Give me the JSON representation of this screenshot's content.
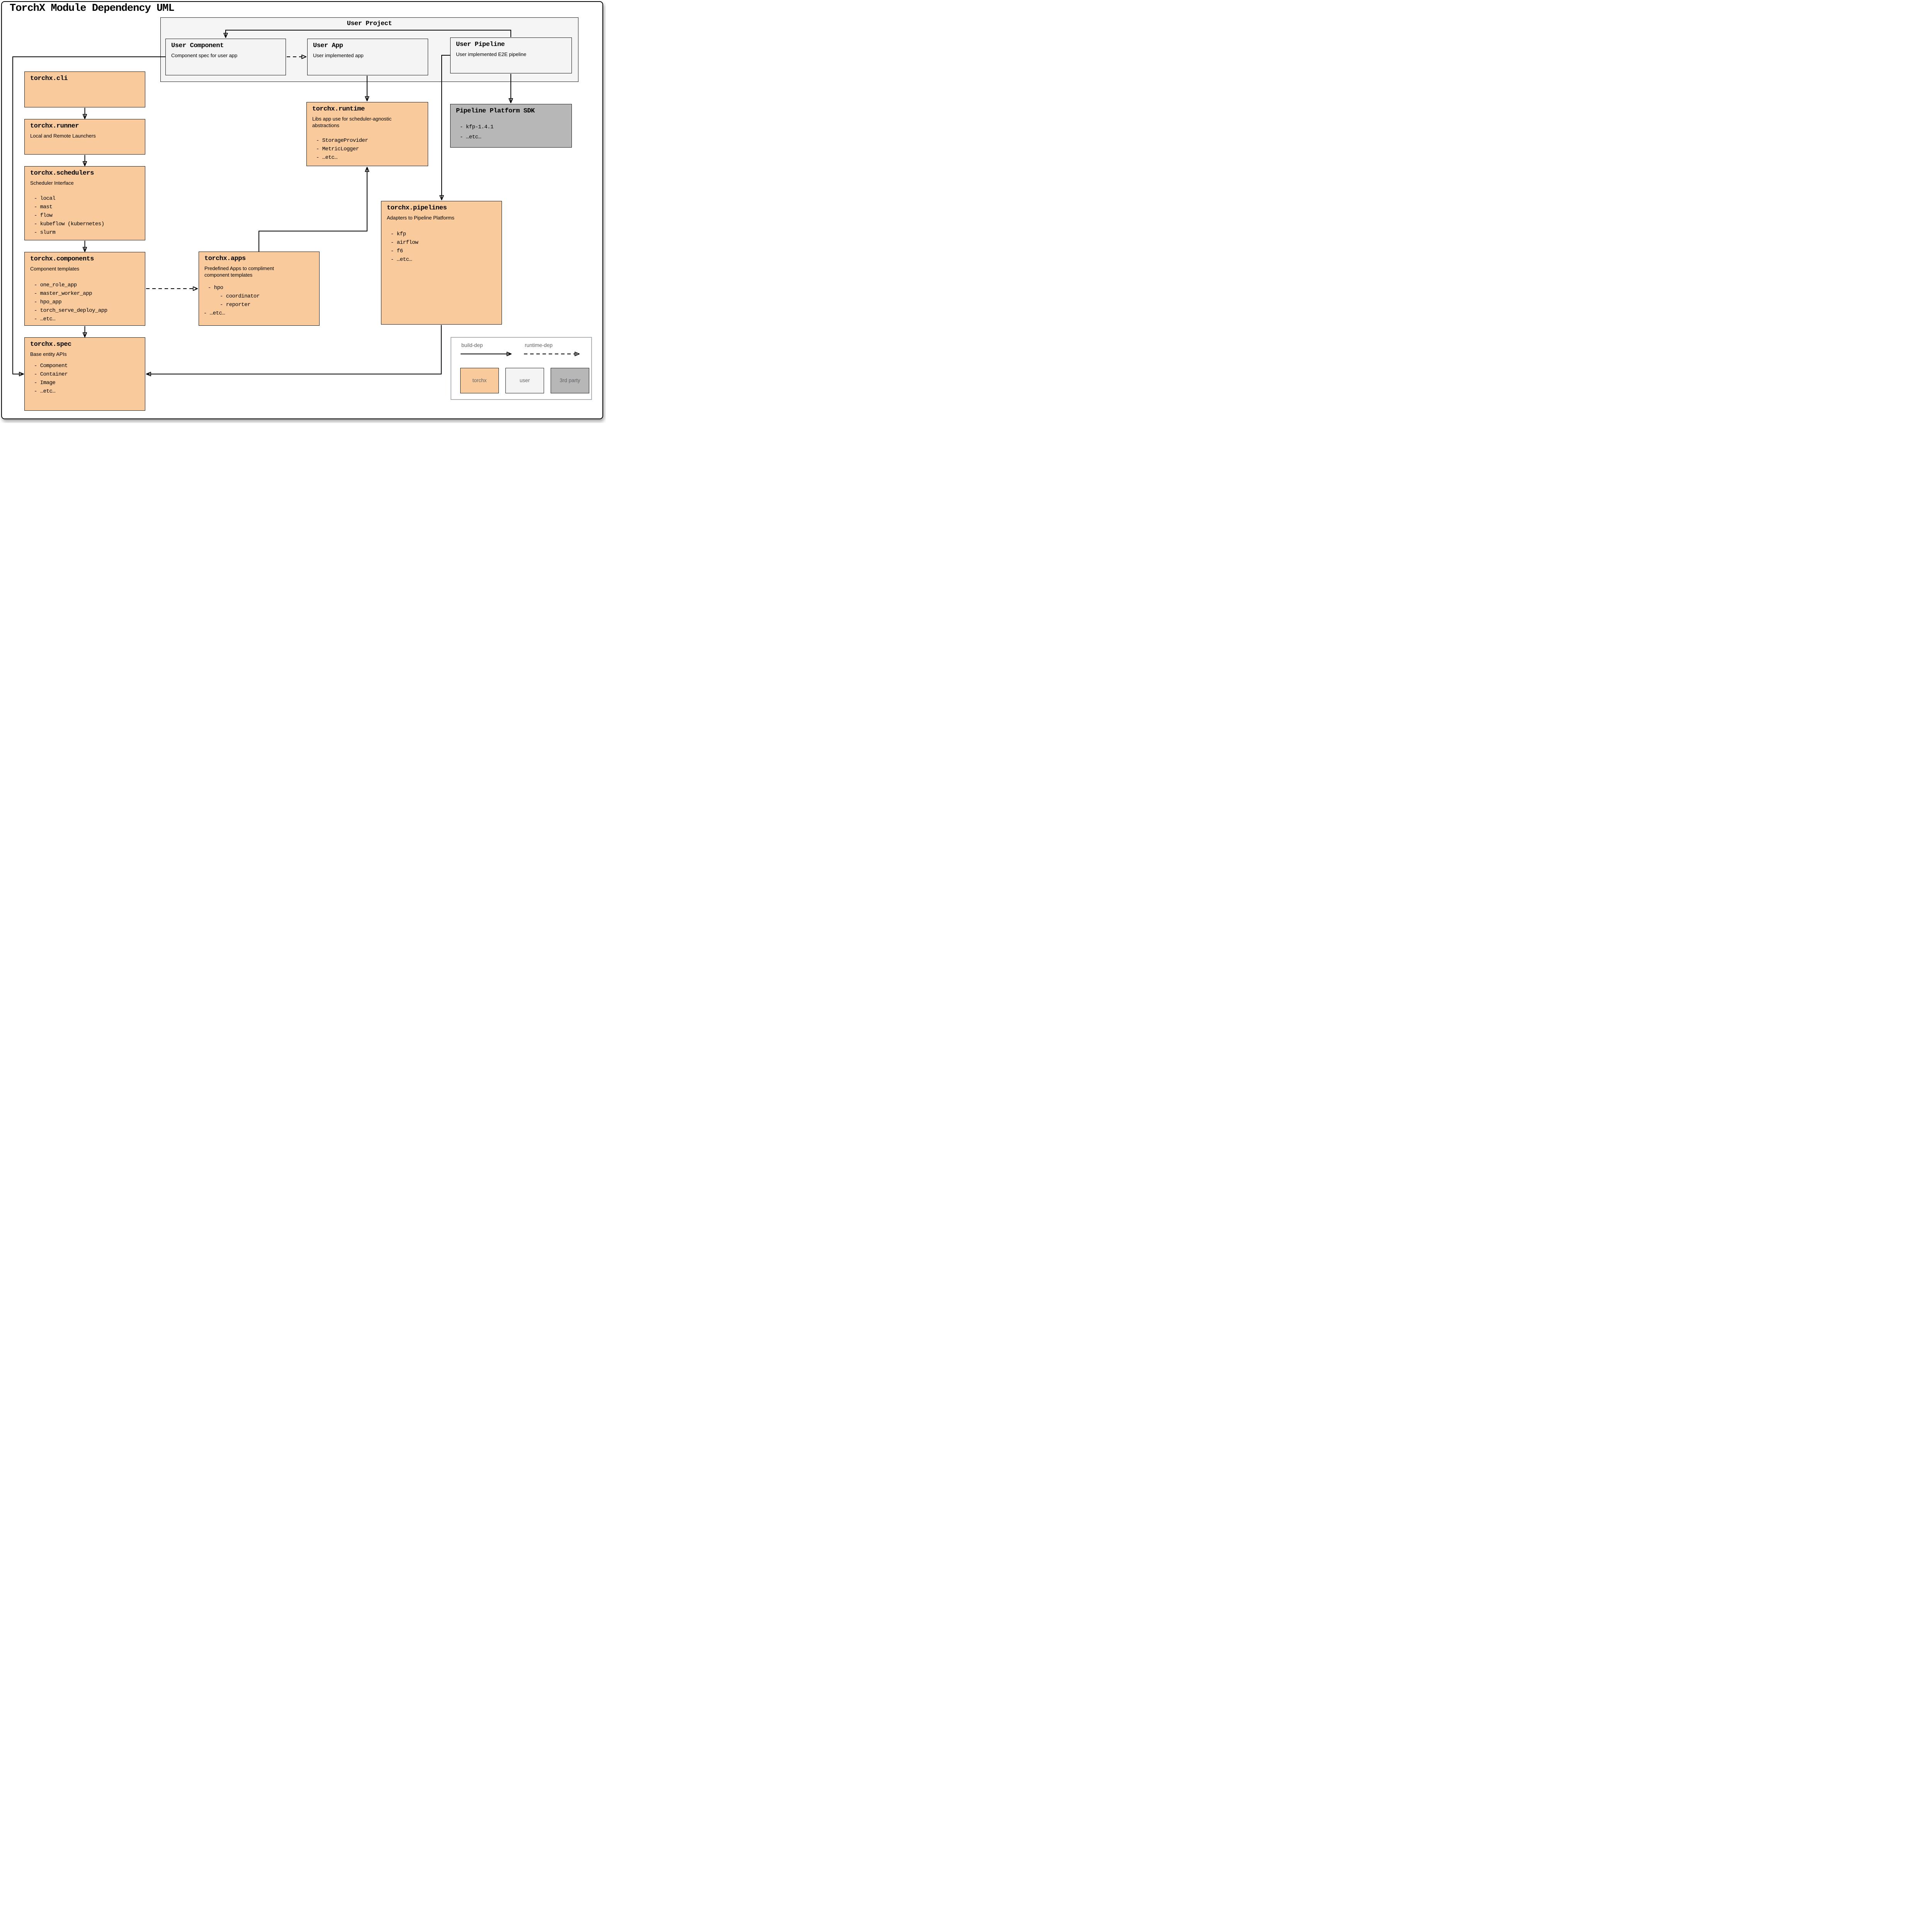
{
  "title": "TorchX Module Dependency UML",
  "colors": {
    "torchx": "#f9cb9c",
    "user": "#f4f4f4",
    "container": "#f5f5f5",
    "third_party": "#b7b7b7",
    "legend_text": "#5f6368",
    "line": "#000000"
  },
  "user_project": {
    "title": "User Project"
  },
  "boxes": {
    "user_component": {
      "title": "User Component",
      "desc": "Component spec for user app"
    },
    "user_app": {
      "title": "User App",
      "desc": "User implemented app"
    },
    "user_pipeline": {
      "title": "User Pipeline",
      "desc": "User implemented E2E pipeline"
    },
    "cli": {
      "title": "torchx.cli"
    },
    "runner": {
      "title": "torchx.runner",
      "desc": "Local and Remote Launchers"
    },
    "schedulers": {
      "title": "torchx.schedulers",
      "desc": "Scheduler Interface",
      "items": [
        "- local",
        "- mast",
        "- flow",
        "- kubeflow (kubernetes)",
        "- slurm"
      ]
    },
    "components": {
      "title": "torchx.components",
      "desc": "Component templates",
      "items": [
        "- one_role_app",
        "- master_worker_app",
        "- hpo_app",
        "- torch_serve_deploy_app",
        "- …etc…"
      ]
    },
    "spec": {
      "title": "torchx.spec",
      "desc": "Base entity APIs",
      "items": [
        "- Component",
        "- Container",
        "- Image",
        "- …etc…"
      ]
    },
    "runtime": {
      "title": "torchx.runtime",
      "desc": "Libs app use for scheduler-agnostic abstractions",
      "items": [
        "- StorageProvider",
        "- MetricLogger",
        "- …etc…"
      ]
    },
    "apps": {
      "title": "torchx.apps",
      "desc": "Predefined Apps to compliment component templates",
      "items": [
        {
          "text": "- hpo",
          "indent": 1
        },
        {
          "text": "- coordinator",
          "indent": 2
        },
        {
          "text": "- reporter",
          "indent": 2
        },
        {
          "text": "- …etc…",
          "indent": 0
        }
      ]
    },
    "pipelines": {
      "title": "torchx.pipelines",
      "desc": "Adapters to Pipeline Platforms",
      "items": [
        "- kfp",
        "- airflow",
        "- f6",
        "- …etc…"
      ]
    },
    "pipeline_sdk": {
      "title": "Pipeline Platform SDK",
      "items": [
        "- kfp-1.4.1",
        "- …etc…"
      ]
    }
  },
  "legend": {
    "build_dep_label": "build-dep",
    "runtime_dep_label": "runtime-dep",
    "swatches": [
      {
        "label": "torchx",
        "color": "#f9cb9c"
      },
      {
        "label": "user",
        "color": "#f4f4f4"
      },
      {
        "label": "3rd party",
        "color": "#b7b7b7"
      }
    ]
  }
}
